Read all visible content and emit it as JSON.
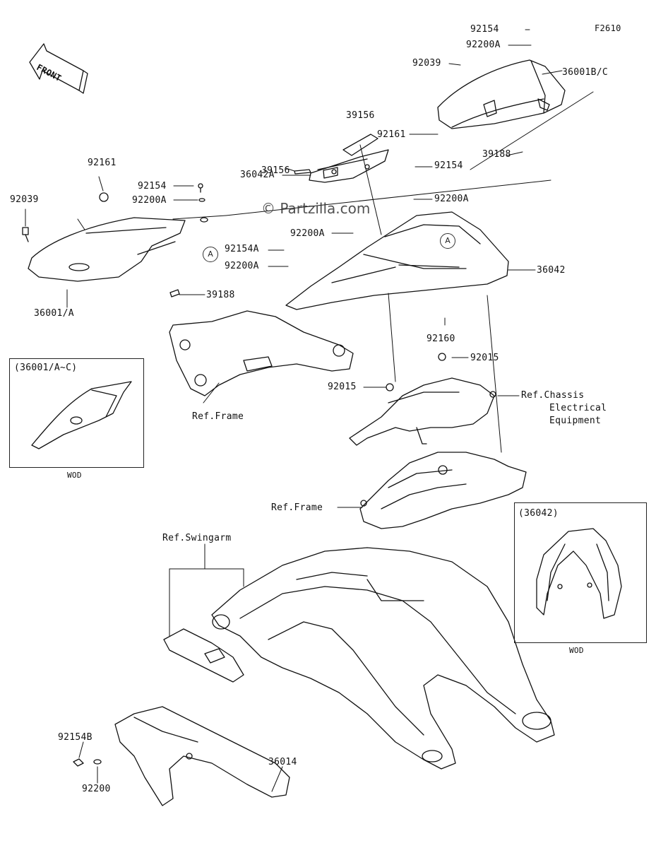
{
  "figure_code": "F2610",
  "front_label": "FRONT",
  "watermark": "© Partzilla.com",
  "callout_letter": "A",
  "inset_left": {
    "title": "(36001/A~C)",
    "caption": "WOD"
  },
  "inset_right": {
    "title": "(36042)",
    "caption": "WOD"
  },
  "parts": {
    "p92154_top": "92154",
    "p92200A_top": "92200A",
    "p92039_right": "92039",
    "p36001BC": "36001B/C",
    "p39156_a": "39156",
    "p92161_right": "92161",
    "p39156_b": "39156",
    "p39188_right": "39188",
    "p36042A": "36042A",
    "p92154_mid": "92154",
    "p92200A_mid": "92200A",
    "p92200A_center": "92200A",
    "p92154A": "92154A",
    "p92200A_low": "92200A",
    "p36042": "36042",
    "p92161_left": "92161",
    "p92039_left": "92039",
    "p92154_left": "92154",
    "p92200A_left": "92200A",
    "p39188_left": "39188",
    "p36001A": "36001/A",
    "p92160": "92160",
    "p92015_right": "92015",
    "p92015_left": "92015",
    "p36014": "36014",
    "p92154B": "92154B",
    "p92200": "92200"
  },
  "refs": {
    "frame_upper": "Ref.Frame",
    "chassis_line1": "Ref.Chassis",
    "chassis_line2": "Electrical",
    "chassis_line3": "Equipment",
    "frame_lower": "Ref.Frame",
    "swingarm": "Ref.Swingarm"
  }
}
